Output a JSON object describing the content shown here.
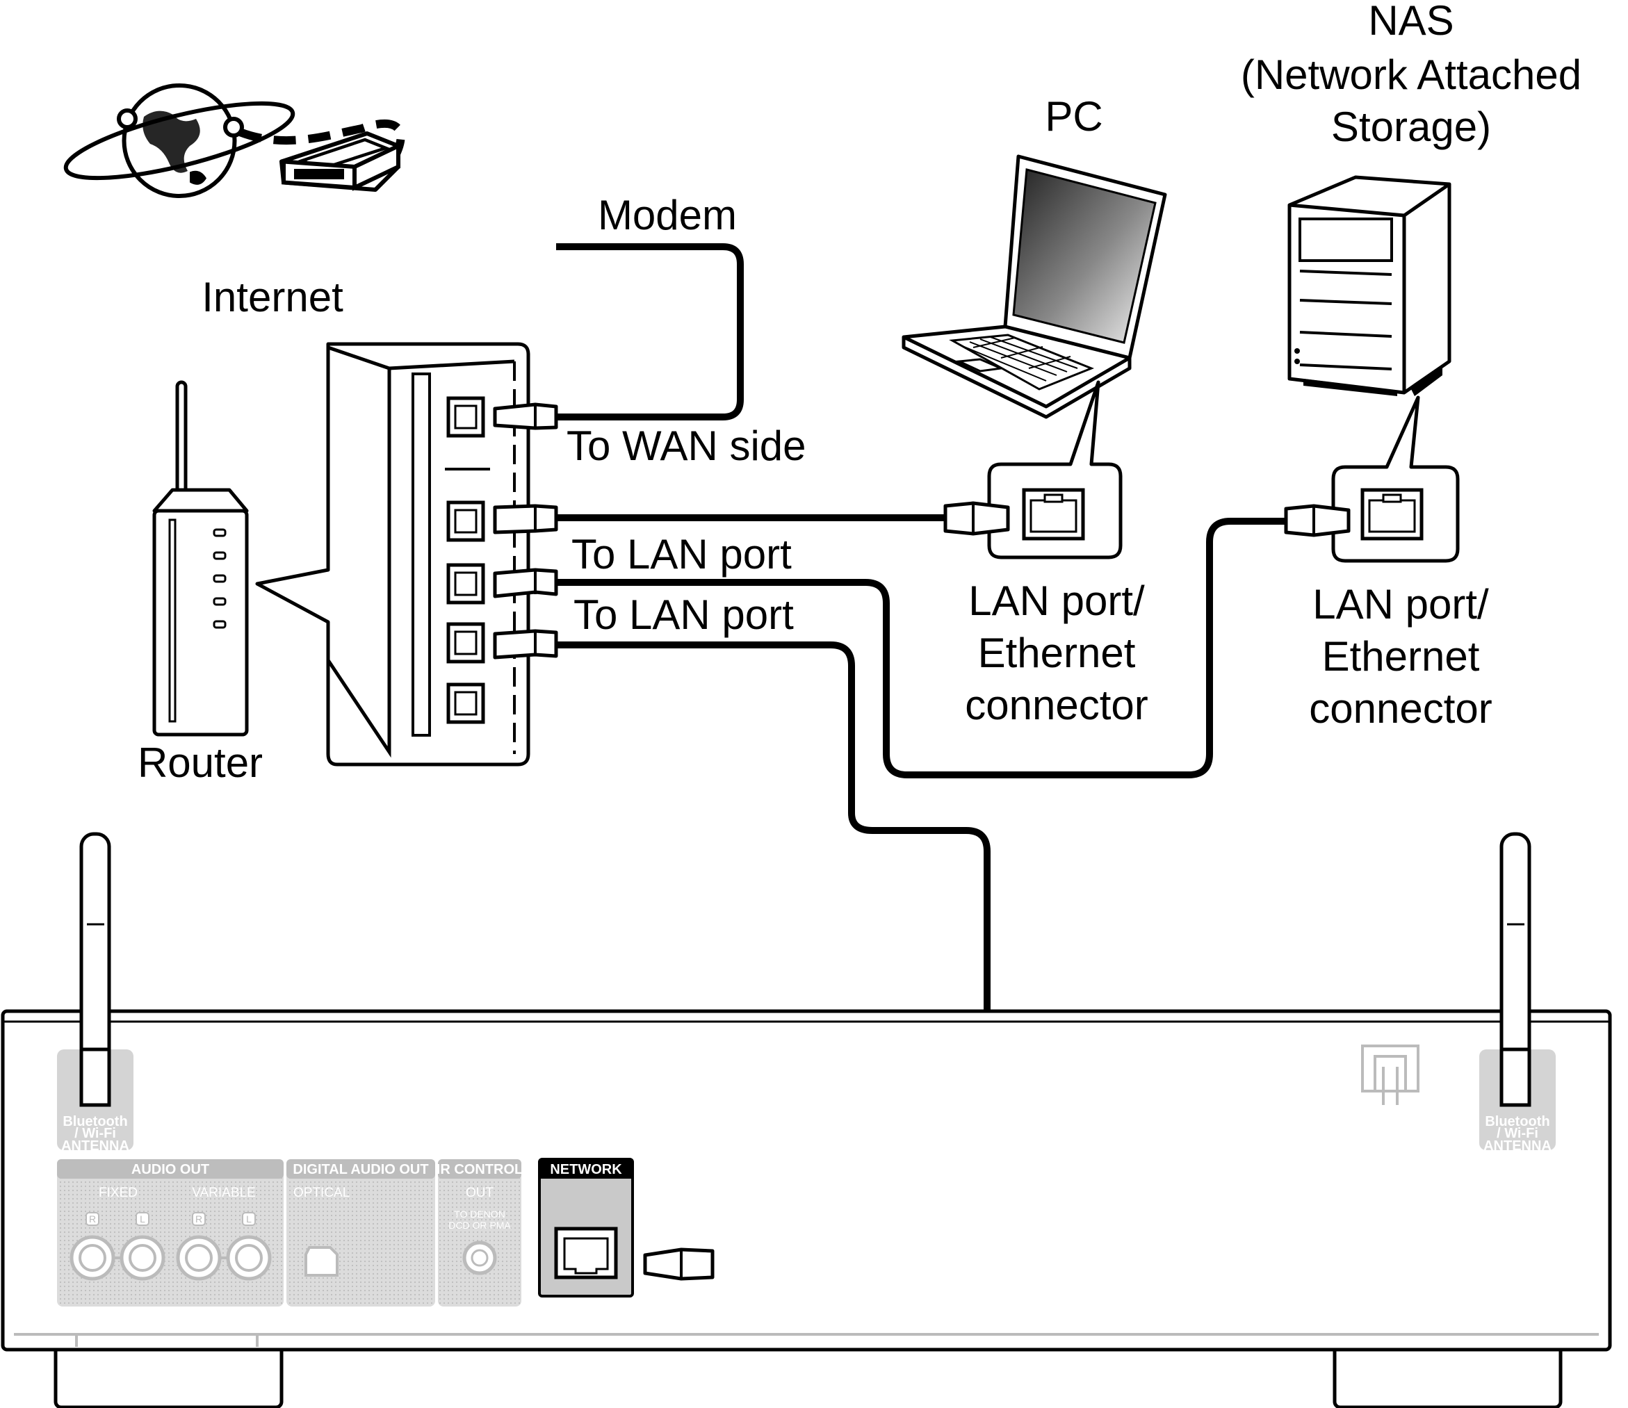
{
  "labels": {
    "internet": "Internet",
    "modem": "Modem",
    "router": "Router",
    "pc": "PC",
    "nas_line1": "NAS",
    "nas_line2": "(Network Attached",
    "nas_line3": "Storage)",
    "to_wan": "To WAN side",
    "to_lan_1": "To LAN port",
    "to_lan_2": "To LAN port",
    "pc_port_line1": "LAN port/",
    "pc_port_line2": "Ethernet",
    "pc_port_line3": "connector",
    "nas_port_line1": "LAN port/",
    "nas_port_line2": "Ethernet",
    "nas_port_line3": "connector"
  },
  "rear_panel": {
    "antenna_left_line1": "Bluetooth",
    "antenna_left_line2": "/ Wi-Fi",
    "antenna_left_line3": "ANTENNA",
    "antenna_right_line1": "Bluetooth",
    "antenna_right_line2": "/ Wi-Fi",
    "antenna_right_line3": "ANTENNA",
    "audio_out": "AUDIO OUT",
    "fixed": "FIXED",
    "variable": "VARIABLE",
    "r1": "R",
    "l1": "L",
    "r2": "R",
    "l2": "L",
    "digital_audio_out": "DIGITAL AUDIO OUT",
    "optical": "OPTICAL",
    "ir_control": "IR CONTROL",
    "ir_out": "OUT",
    "ir_to_line1": "TO DENON",
    "ir_to_line2": "DCD OR PMA",
    "network": "NETWORK"
  }
}
